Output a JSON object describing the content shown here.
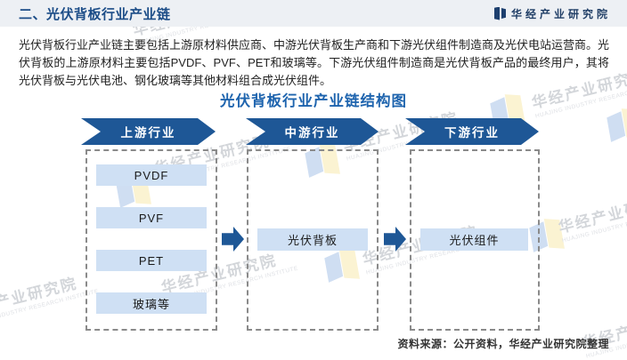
{
  "header": {
    "title": "二、光伏背板行业产业链",
    "brand": "华经产业研究院"
  },
  "intro": "光伏背板行业产业链主要包括上游原材料供应商、中游光伏背板生产商和下游光伏组件制造商及光伏电站运营商。光伏背板的上游原材料主要包括PVDF、PVF、PET和玻璃等。下游光伏组件制造商是光伏背板产品的最终用户，其将光伏背板与光伏电池、钢化玻璃等其他材料组合成光伏组件。",
  "diagram": {
    "title": "光伏背板行业产业链结构图",
    "stages": [
      {
        "label": "上游行业",
        "items": [
          "PVDF",
          "PVF",
          "PET",
          "玻璃等"
        ]
      },
      {
        "label": "中游行业",
        "items": [
          "光伏背板"
        ]
      },
      {
        "label": "下游行业",
        "items": [
          "光伏组件"
        ]
      }
    ]
  },
  "source": "资料来源：公开资料，华经产业研究院整理",
  "watermark": {
    "cn": "华经产业研究院",
    "en": "HUAJING INDUSTRY RESEARCH INSTITUTE"
  },
  "colors": {
    "banner_blue": "#1e5796",
    "node_blue": "#cfe0f4",
    "title_blue": "#1e64ae",
    "header_bg": "#edf0f4",
    "header_text": "#1b4c87",
    "dash_gray": "#8a8a8a",
    "wm_text": "#d3d6da",
    "wm_logo_blue": "#cfdef2",
    "wm_logo_yellow": "#fbf3d2"
  }
}
